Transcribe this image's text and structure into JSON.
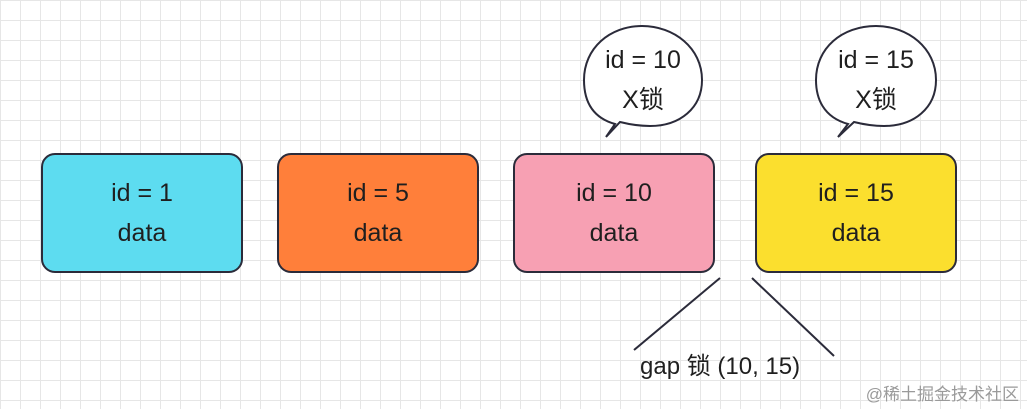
{
  "records": [
    {
      "id_label": "id = 1",
      "data_label": "data",
      "color": "#5ddcf0"
    },
    {
      "id_label": "id = 5",
      "data_label": "data",
      "color": "#ff7f3a"
    },
    {
      "id_label": "id = 10",
      "data_label": "data",
      "color": "#f7a0b3"
    },
    {
      "id_label": "id = 15",
      "data_label": "data",
      "color": "#fbdf2e"
    }
  ],
  "locks": [
    {
      "id_label": "id = 10",
      "lock_label": "X锁"
    },
    {
      "id_label": "id = 15",
      "lock_label": "X锁"
    }
  ],
  "gap_lock": {
    "label": "gap 锁 (10, 15)"
  },
  "watermark": "@稀土掘金技术社区",
  "colors": {
    "stroke": "#2b2b3a",
    "grid": "#e6e6e6"
  }
}
